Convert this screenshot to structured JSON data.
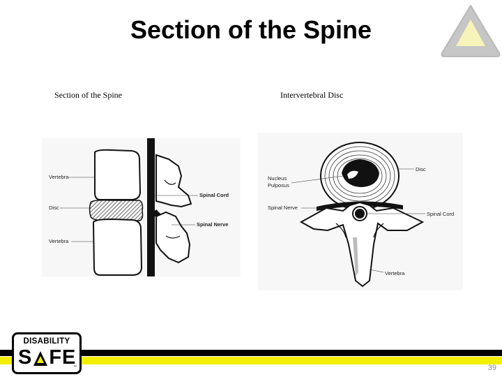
{
  "slide": {
    "title": "Section of the Spine",
    "page_number": "39"
  },
  "figures": {
    "left": {
      "caption": "Section of the Spine",
      "labels": {
        "vertebra_top": "Vertebra",
        "disc": "Disc",
        "vertebra_bottom": "Vertebra",
        "spinal_cord": "Spinal Cord",
        "spinal_nerve": "Spinal Nerve"
      }
    },
    "right": {
      "caption": "Intervertebral Disc",
      "labels": {
        "nucleus": "Nucleus",
        "pulposus": "Pulposus",
        "spinal_nerve": "Spinal Nerve",
        "disc": "Disc",
        "spinal_cord": "Spinal Cord",
        "vertebra": "Vertebra"
      }
    }
  },
  "branding": {
    "logo_top": "DISABILITY",
    "logo_s": "S",
    "logo_fe": "FE",
    "logo_tm": "™",
    "corner_logo_icon": "warning-triangle-icon",
    "colors": {
      "yellow": "#f3ef00",
      "black": "#000000",
      "gray": "#c8c8c8"
    }
  }
}
